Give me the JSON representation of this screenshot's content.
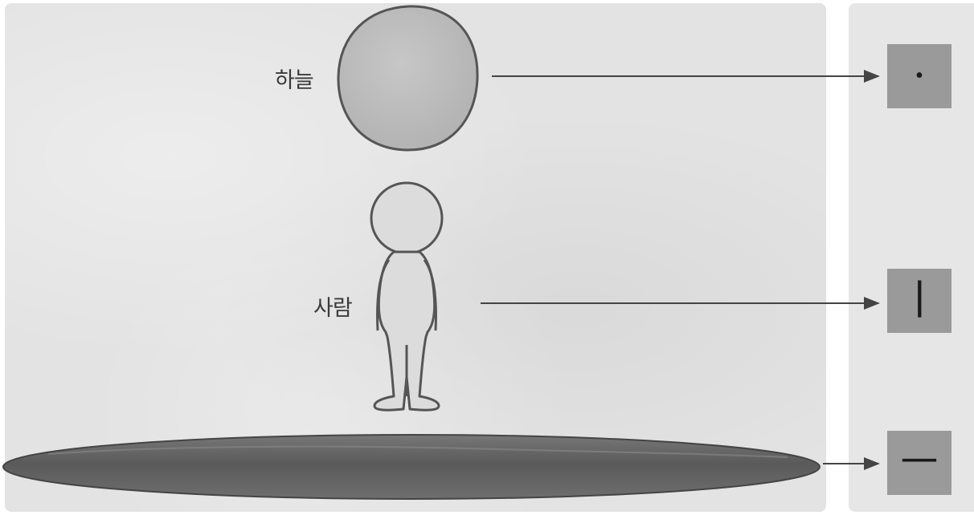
{
  "labels": {
    "sky": "하늘",
    "person": "사람"
  },
  "symbols": {
    "sky": "·",
    "person": "ㅣ",
    "ground": "ㅡ"
  },
  "icons": [
    "sky-circle-icon",
    "person-figure-icon",
    "ground-ellipse-icon",
    "arrow-right-icon"
  ],
  "colors": {
    "background": "#e3e3e3",
    "box": "#9a9a9a",
    "ground": "#5c5c5c",
    "outline": "#555555"
  }
}
